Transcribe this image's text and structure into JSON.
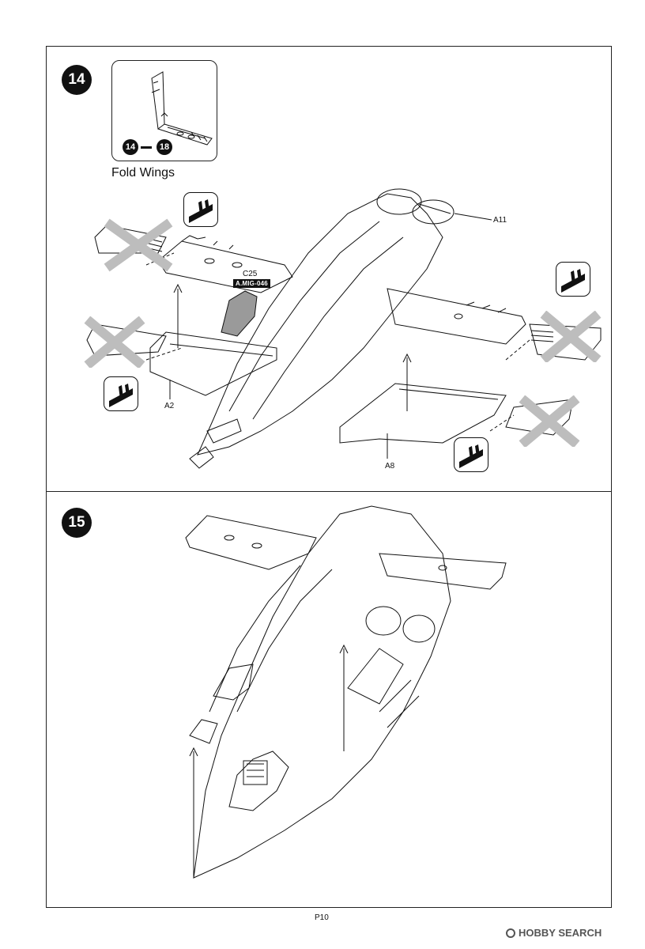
{
  "steps": [
    {
      "number": "14",
      "inset": {
        "range_from": "14",
        "range_to": "18",
        "caption": "Fold Wings"
      },
      "part_labels": {
        "a11": "A11",
        "c25": "C25",
        "paint": "A.MIG-046",
        "a2": "A2",
        "a8": "A8"
      }
    },
    {
      "number": "15"
    }
  ],
  "footer": {
    "page": "P10",
    "watermark": "HOBBY SEARCH"
  },
  "icons": [
    "fold-warning-icon",
    "cross-out-icon"
  ],
  "colors": {
    "ink": "#111111",
    "fill_part": "#9a9a9a",
    "cross": "#bdbdbd"
  }
}
